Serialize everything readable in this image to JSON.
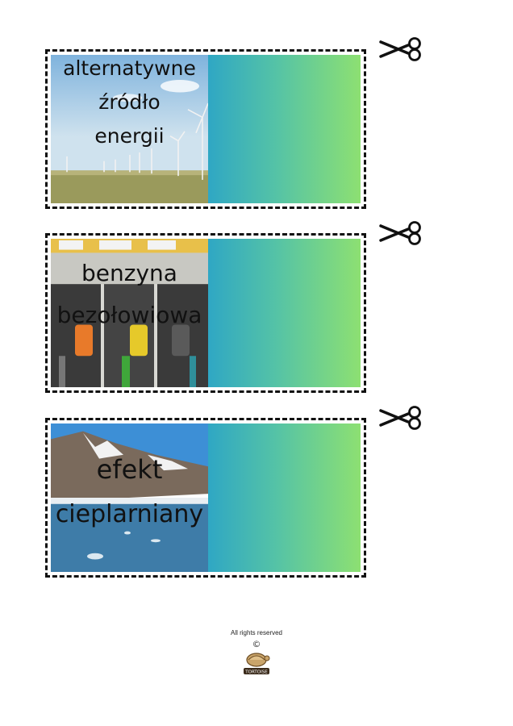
{
  "cards": [
    {
      "lines": [
        "alternatywne",
        "źródło",
        "energii"
      ],
      "image": "wind-turbines-photo"
    },
    {
      "lines": [
        "benzyna",
        "bezołowiowa"
      ],
      "image": "fuel-pumps-photo"
    },
    {
      "lines": [
        "efekt",
        "cieplarniany"
      ],
      "image": "arctic-glacier-photo"
    }
  ],
  "footer": {
    "rights": "All rights reserved",
    "copyright_symbol": "©",
    "brand": "TORTOISE"
  },
  "colors": {
    "gradient_start": "#2fa7c4",
    "gradient_end": "#8de072",
    "border": "#111111"
  }
}
